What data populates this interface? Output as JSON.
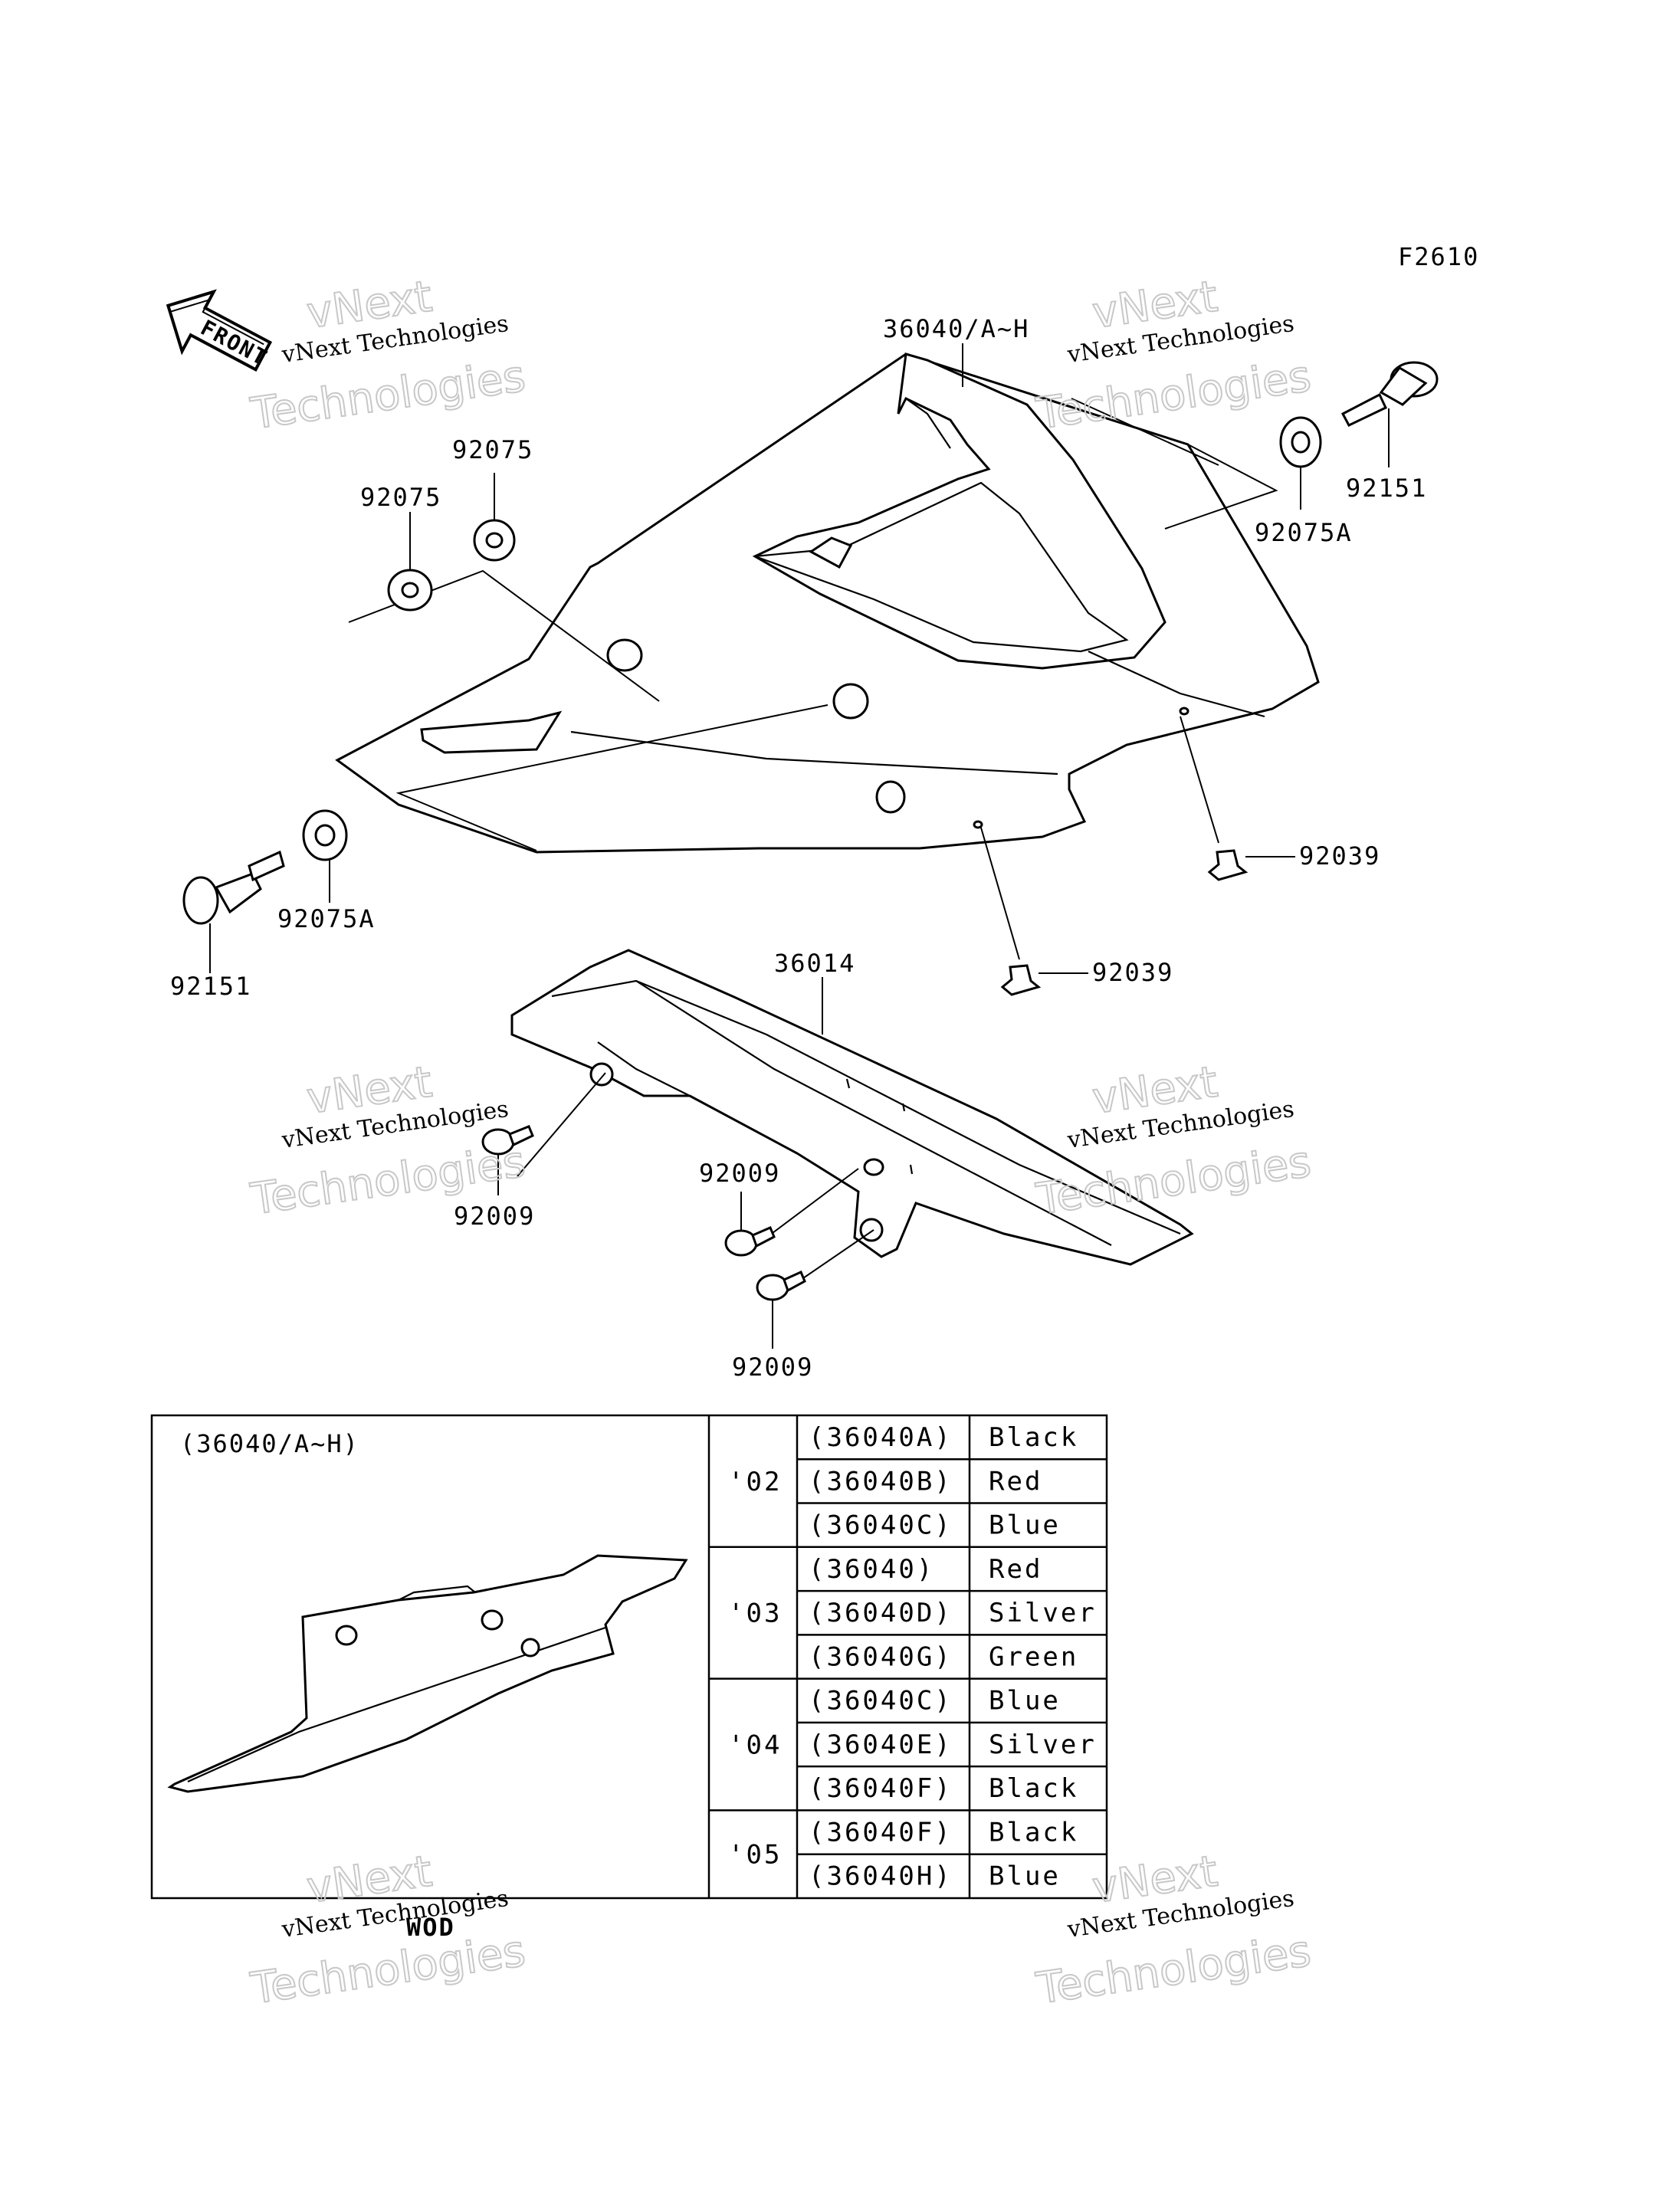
{
  "figure_code": "F2610",
  "front_label": "FRONT",
  "callouts": {
    "c36040": "36040/A~H",
    "c92151_r": "92151",
    "c92075A_r": "92075A",
    "c92075_a": "92075",
    "c92075_b": "92075",
    "c92075A_l": "92075A",
    "c92151_l": "92151",
    "c92039_a": "92039",
    "c92039_b": "92039",
    "c36014": "36014",
    "c92009_a": "92009",
    "c92009_b": "92009",
    "c92009_c": "92009"
  },
  "inset": {
    "title": "(36040/A~H)",
    "footer": "WOD"
  },
  "color_table": {
    "groups": [
      {
        "year": "'02",
        "rows": [
          {
            "code": "(36040A)",
            "color": "Black"
          },
          {
            "code": "(36040B)",
            "color": "Red"
          },
          {
            "code": "(36040C)",
            "color": "Blue"
          }
        ]
      },
      {
        "year": "'03",
        "rows": [
          {
            "code": "(36040)",
            "color": "Red"
          },
          {
            "code": "(36040D)",
            "color": "Silver"
          },
          {
            "code": "(36040G)",
            "color": "Green"
          }
        ]
      },
      {
        "year": "'04",
        "rows": [
          {
            "code": "(36040C)",
            "color": "Blue"
          },
          {
            "code": "(36040E)",
            "color": "Silver"
          },
          {
            "code": "(36040F)",
            "color": "Black"
          }
        ]
      },
      {
        "year": "'05",
        "rows": [
          {
            "code": "(36040F)",
            "color": "Black"
          },
          {
            "code": "(36040H)",
            "color": "Blue"
          }
        ]
      }
    ]
  },
  "watermark": {
    "line1": "vNext Technologies",
    "line2": "vNext",
    "line3": "Technologies"
  }
}
